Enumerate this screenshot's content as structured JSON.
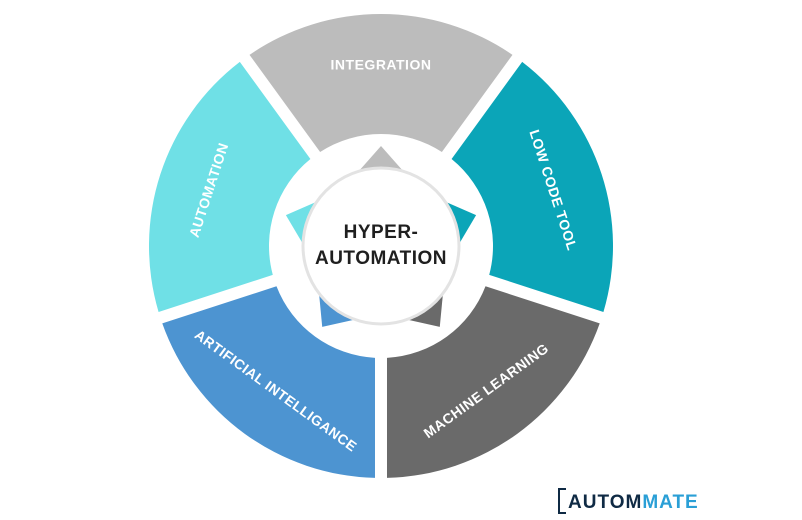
{
  "segments": [
    {
      "key": "integration",
      "label": "INTEGRATION",
      "color": "#bcbcbc"
    },
    {
      "key": "low_code_tool",
      "label": "LOW CODE TOOL",
      "color": "#0ba5b8"
    },
    {
      "key": "machine_learning",
      "label": "MACHINE LEARNING",
      "color": "#6a6a6a"
    },
    {
      "key": "artificial_intelligance",
      "label": "ARTIFICIAL INTELLIGANCE",
      "color": "#4d94d1"
    },
    {
      "key": "automation",
      "label": "AUTOMATION",
      "color": "#6fe0e6"
    }
  ],
  "hub": {
    "line1": "HYPER-",
    "line2": "AUTOMATION"
  },
  "logo": {
    "part1": "AUTOM",
    "part2": "MATE",
    "color_dark": "#0f2a44",
    "color_accent": "#2a9fd6"
  }
}
